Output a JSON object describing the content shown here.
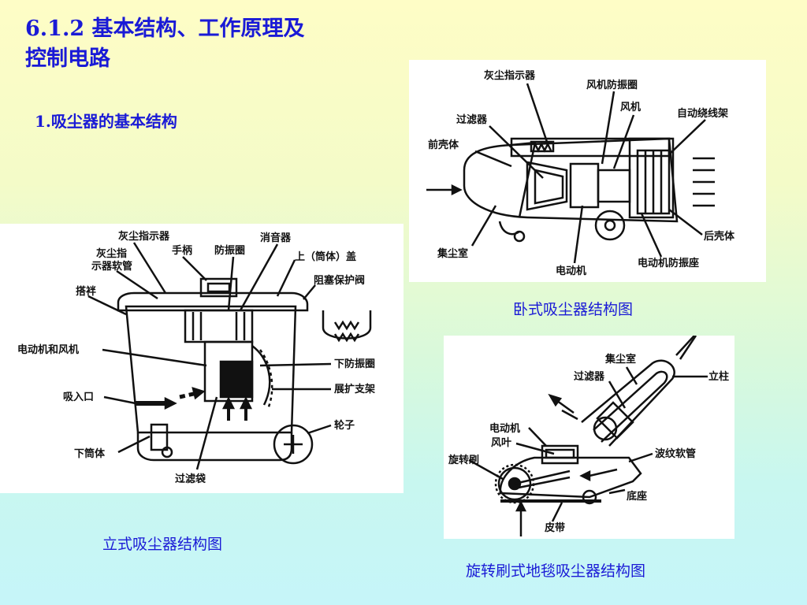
{
  "slide": {
    "title": "6.1.2  基本结构、工作原理及控制电路",
    "subtitle": "1.吸尘器的基本结构"
  },
  "horizontal": {
    "caption": "卧式吸尘器结构图",
    "labels": {
      "dust_indicator": "灰尘指示器",
      "fan_damper": "风机防振圈",
      "fan": "风机",
      "filter": "过滤器",
      "auto_reel": "自动绕线架",
      "front_shell": "前壳体",
      "rear_shell": "后壳体",
      "dust_chamber": "集尘室",
      "motor": "电动机",
      "motor_mount": "电动机防振座"
    }
  },
  "upright": {
    "caption": "立式吸尘器结构图",
    "labels": {
      "dust_indicator": "灰尘指示器",
      "indicator_hose_1": "灰尘指",
      "indicator_hose_2": "示器软管",
      "handle": "手柄",
      "damper": "防振圈",
      "muffler": "消音器",
      "top_cover": "上（筒体）盖",
      "clasp": "搭袢",
      "block_valve": "阻塞保护阀",
      "motor_fan": "电动机和风机",
      "lower_damper": "下防振圈",
      "inlet": "吸入口",
      "support": "展扩支架",
      "wheel": "轮子",
      "lower_body": "下筒体",
      "filter_bag": "过滤袋"
    }
  },
  "brush": {
    "caption": "旋转刷式地毯吸尘器结构图",
    "labels": {
      "dust_chamber": "集尘室",
      "column": "立柱",
      "filter": "过滤器",
      "motor": "电动机",
      "impeller": "风叶",
      "rotary_brush": "旋转刷",
      "corrugated_hose": "波纹软管",
      "base": "底座",
      "belt": "皮带"
    }
  }
}
